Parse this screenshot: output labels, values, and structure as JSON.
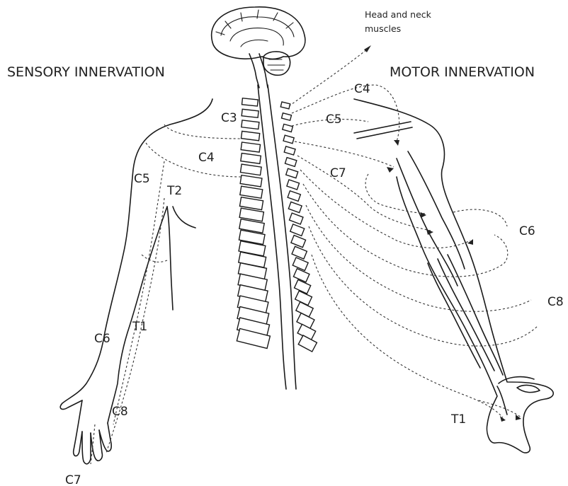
{
  "headings": {
    "sensory": "SENSORY INNERVATION",
    "motor": "MOTOR INNERVATION"
  },
  "head_neck": {
    "line1": "Head and neck",
    "line2": "muscles"
  },
  "sensory_labels": {
    "c3": "C3",
    "c4": "C4",
    "c5": "C5",
    "t2": "T2",
    "t1": "T1",
    "c6": "C6",
    "c8": "C8",
    "c7": "C7"
  },
  "motor_labels": {
    "c4": "C4",
    "c5": "C5",
    "c7": "C7",
    "c6": "C6",
    "c8": "C8",
    "t1": "T1"
  }
}
